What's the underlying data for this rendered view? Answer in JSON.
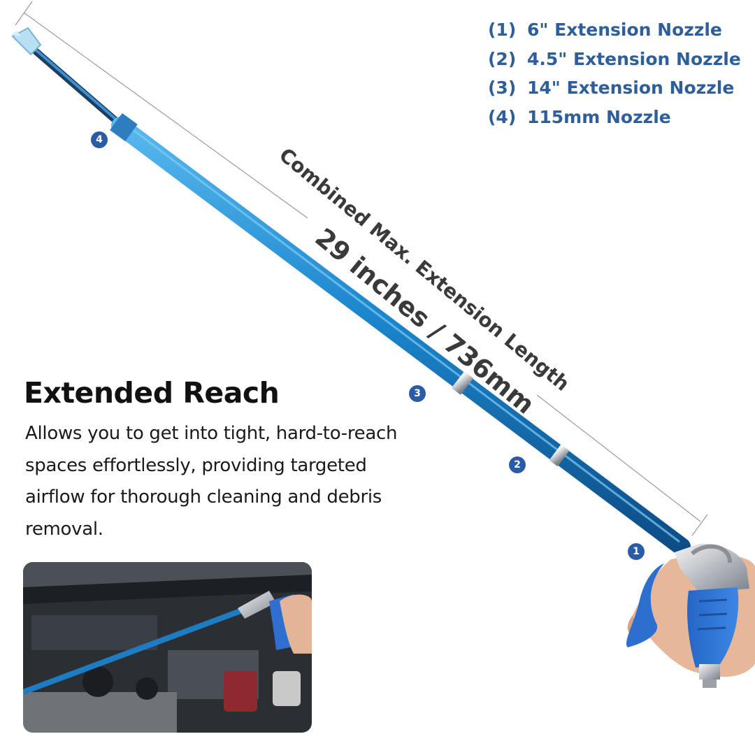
{
  "legend": [
    {
      "num": "(1)",
      "label": "6\" Extension Nozzle"
    },
    {
      "num": "(2)",
      "label": "4.5\" Extension Nozzle"
    },
    {
      "num": "(3)",
      "label": "14\" Extension Nozzle"
    },
    {
      "num": "(4)",
      "label": "115mm Nozzle"
    }
  ],
  "dimension": {
    "caption": "Combined Max. Extension Length",
    "value": "29 inches / 736mm"
  },
  "badges": {
    "b1": "1",
    "b2": "2",
    "b3": "3",
    "b4": "4"
  },
  "heading": "Extended Reach",
  "description": "Allows you to get into tight, hard-to-reach spaces effortlessly, providing targeted airflow for thorough cleaning and debris removal.",
  "colors": {
    "tube_blue": "#1f7fc4",
    "accent_blue": "#2a5ba6",
    "legend_text": "#2f5f9a"
  },
  "icons": [
    "air-blow-gun-icon",
    "extension-tube-icon",
    "nozzle-tip-icon",
    "hand-icon"
  ]
}
